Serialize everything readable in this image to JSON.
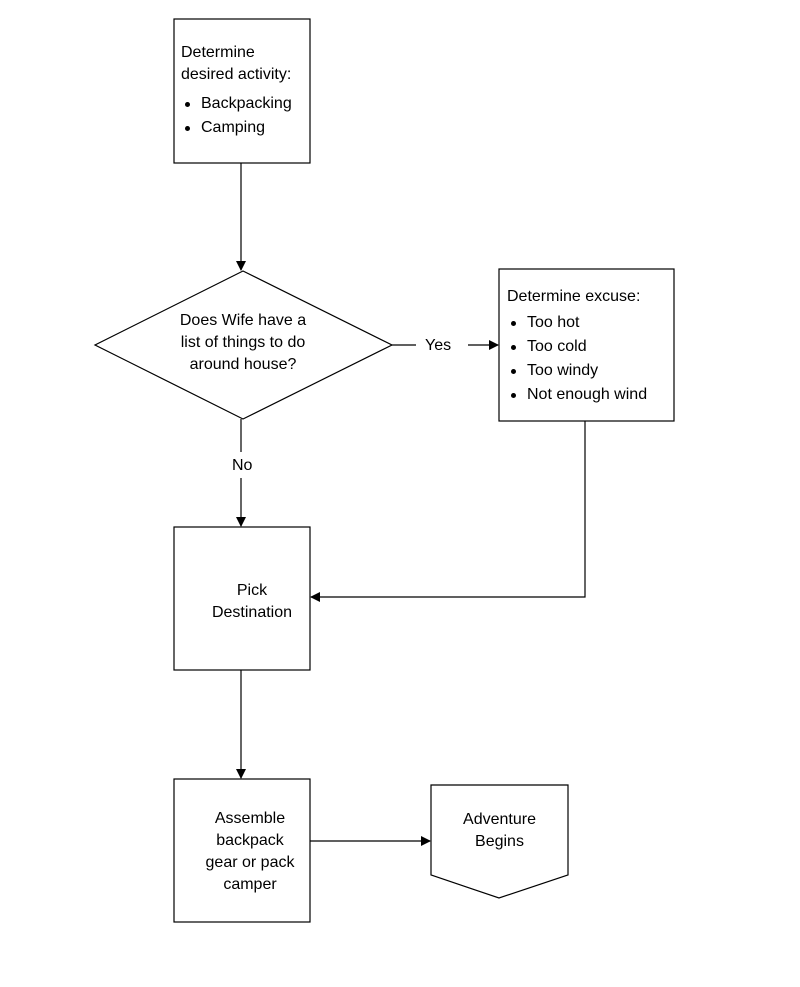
{
  "start_box": {
    "title": "Determine desired activity:",
    "items": [
      "Backpacking",
      "Camping"
    ]
  },
  "decision": {
    "text_lines": [
      "Does Wife have a",
      "list of things to do",
      "around house?"
    ]
  },
  "excuse_box": {
    "title": "Determine excuse:",
    "items": [
      "Too hot",
      "Too cold",
      "Too windy",
      "Not enough wind"
    ]
  },
  "edges": {
    "yes_label": "Yes",
    "no_label": "No"
  },
  "destination_box": {
    "lines": [
      "Pick",
      "Destination"
    ]
  },
  "assemble_box": {
    "lines": [
      "Assemble",
      "backpack",
      "gear or pack",
      "camper"
    ]
  },
  "end_box": {
    "lines": [
      "Adventure",
      "Begins"
    ]
  },
  "colors": {
    "stroke": "#000000",
    "background": "#ffffff"
  }
}
